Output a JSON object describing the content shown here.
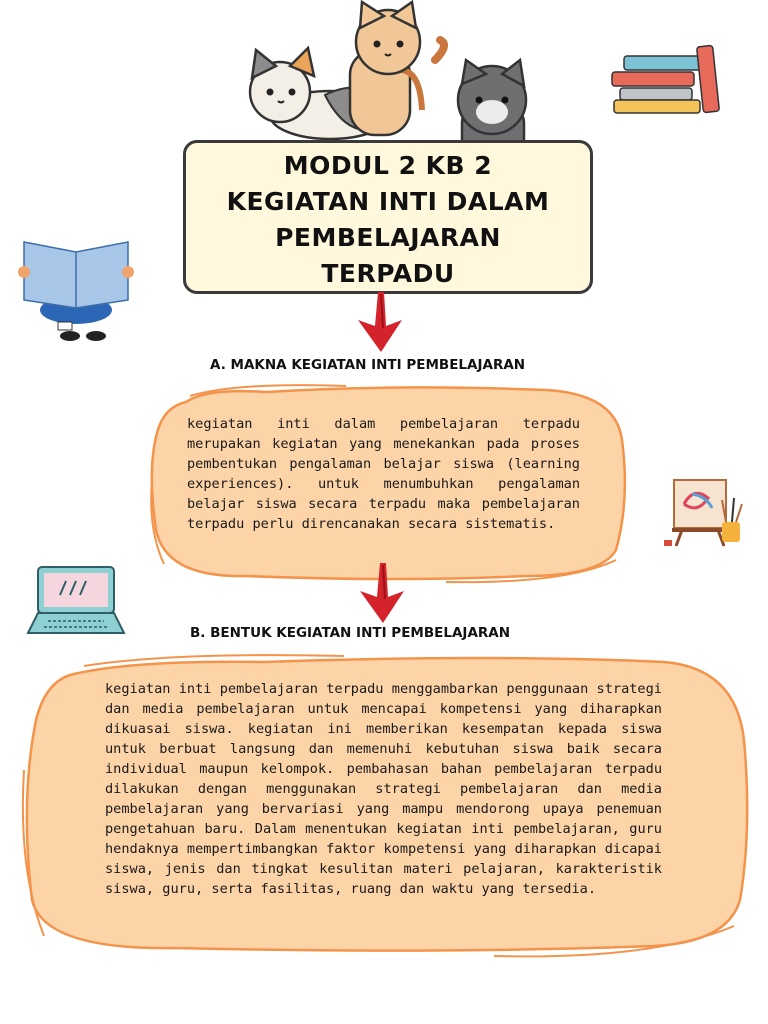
{
  "title_lines": [
    "MODUL 2 KB 2",
    "KEGIATAN INTI DALAM",
    "PEMBELAJARAN",
    "TERPADU"
  ],
  "section_a": {
    "heading": "A. MAKNA KEGIATAN INTI PEMBELAJARAN",
    "body": "kegiatan inti dalam pembelajaran terpadu merupakan kegiatan yang menekankan pada proses pembentukan pengalaman belajar siswa (learning experiences). untuk menumbuhkan pengalaman belajar siswa secara terpadu maka pembelajaran terpadu perlu direncanakan secara sistematis."
  },
  "section_b": {
    "heading": "B. BENTUK KEGIATAN INTI PEMBELAJARAN",
    "body": "kegiatan inti pembelajaran terpadu menggambarkan penggunaan strategi dan media pembelajaran untuk mencapai kompetensi yang diharapkan dikuasai siswa. kegiatan ini memberikan kesempatan kepada siswa untuk berbuat langsung dan memenuhi kebutuhan siswa baik secara individual maupun kelompok. pembahasan bahan pembelajaran terpadu dilakukan dengan menggunakan strategi pembelajaran dan media pembelajaran yang bervariasi yang mampu mendorong upaya penemuan pengetahuan baru. Dalam menentukan kegiatan inti pembelajaran, guru hendaknya mempertimbangkan faktor kompetensi yang diharapkan dicapai siswa, jenis dan tingkat kesulitan materi pelajaran, karakteristik siswa, guru, serta fasilitas, ruang dan waktu yang tersedia."
  },
  "colors": {
    "blob": "#fdd4a8",
    "blob_stroke": "#f4934a",
    "arrow": "#d4232a",
    "box": "#fff8dd"
  },
  "illustrations": [
    "cats-icon",
    "books-stack-icon",
    "reading-person-icon",
    "easel-icon",
    "laptop-icon",
    "down-arrow-icon"
  ]
}
